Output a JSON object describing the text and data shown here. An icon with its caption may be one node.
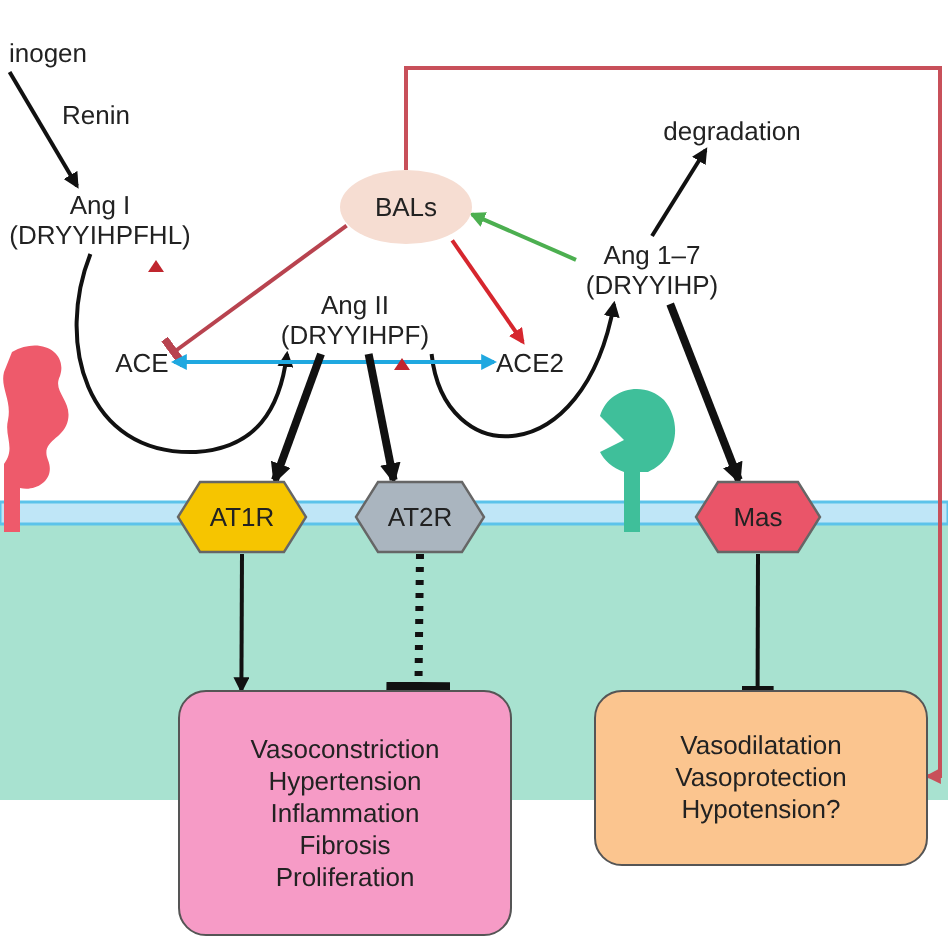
{
  "diagram": {
    "nodes": [
      {
        "text": [
          "inogen"
        ]
      },
      {
        "text": [
          "Ang I (DRYYIHPFHL)"
        ]
      },
      {
        "text": [
          "BALs"
        ]
      },
      {
        "text": [
          "ACE"
        ]
      },
      {
        "text": [
          "Ang II (DRYYIHPF)"
        ]
      },
      {
        "text": [
          "ACE2"
        ]
      },
      {
        "text": [
          "Ang 1–7 (DRYYIHP)"
        ]
      },
      {
        "text": [
          "degradation"
        ]
      },
      {
        "text": [
          "AT1R"
        ]
      },
      {
        "text": [
          "AT2R"
        ]
      },
      {
        "text": [
          "Mas"
        ]
      },
      {
        "text": [
          "Vasoconstriction",
          "Hypertension",
          "Inflammation",
          "Fibrosis",
          "Proliferation"
        ]
      },
      {
        "text": [
          "Vasodilatation",
          "Vasoprotection",
          "Hypotension?"
        ]
      }
    ],
    "edges": [
      {
        "from": 0,
        "to": 1,
        "arrow": "to",
        "label": "Renin"
      },
      {
        "from": 1,
        "to": 4,
        "arrow": "to"
      },
      {
        "from": 4,
        "to": 6,
        "arrow": "to"
      },
      {
        "from": 2,
        "to": 3,
        "arrow": "other",
        "color": "#b8434f"
      },
      {
        "from": 2,
        "to": 5,
        "arrow": "to",
        "color": "#d6262e"
      },
      {
        "from": 6,
        "to": 2,
        "arrow": "to",
        "color": "#4caf50"
      },
      {
        "from": 3,
        "to": 5,
        "arrow": "both",
        "color": "#1fa8e0"
      },
      {
        "from": 6,
        "to": 7,
        "arrow": "to"
      },
      {
        "from": 4,
        "to": 8,
        "arrow": "to",
        "style": "thick"
      },
      {
        "from": 4,
        "to": 9,
        "arrow": "to",
        "style": "thick"
      },
      {
        "from": 6,
        "to": 10,
        "arrow": "to",
        "style": "thick"
      },
      {
        "from": 8,
        "to": 11,
        "arrow": "to"
      },
      {
        "from": 9,
        "to": 11,
        "arrow": "other",
        "style": "dashed"
      },
      {
        "from": 10,
        "to": 12,
        "arrow": "other"
      },
      {
        "from": 2,
        "to": 12,
        "arrow": "to",
        "color": "#c8505a"
      }
    ]
  }
}
